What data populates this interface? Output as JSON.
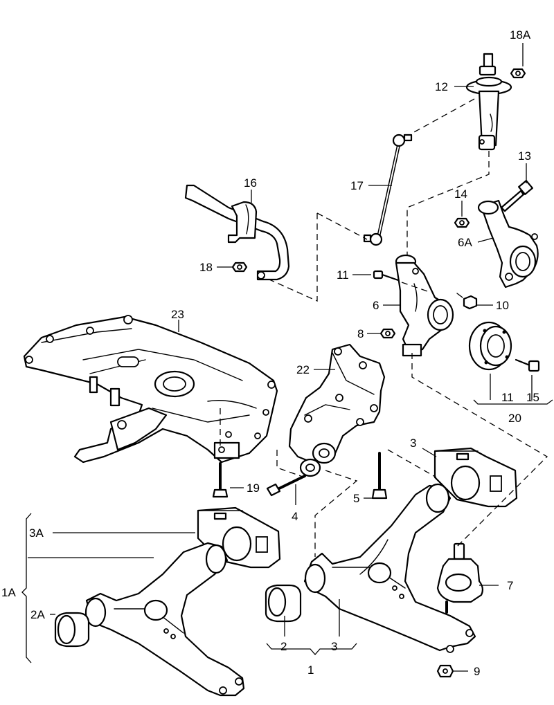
{
  "callouts": {
    "c18A_top": "18A",
    "c12": "12",
    "c13": "13",
    "c16": "16",
    "c17": "17",
    "c14": "14",
    "c6A": "6A",
    "c18": "18",
    "c11_a": "11",
    "c6": "6",
    "c10": "10",
    "c8": "8",
    "c23": "23",
    "c22": "22",
    "c11_b": "11",
    "c15": "15",
    "c20": "20",
    "c3_top": "3",
    "c19": "19",
    "c4": "4",
    "c5": "5",
    "c3A": "3A",
    "c7": "7",
    "c1A": "1A",
    "c2A": "2A",
    "c2": "2",
    "c3_bottom": "3",
    "c1": "1",
    "c9": "9"
  },
  "colors": {
    "ink": "#000000",
    "paper": "#ffffff"
  }
}
